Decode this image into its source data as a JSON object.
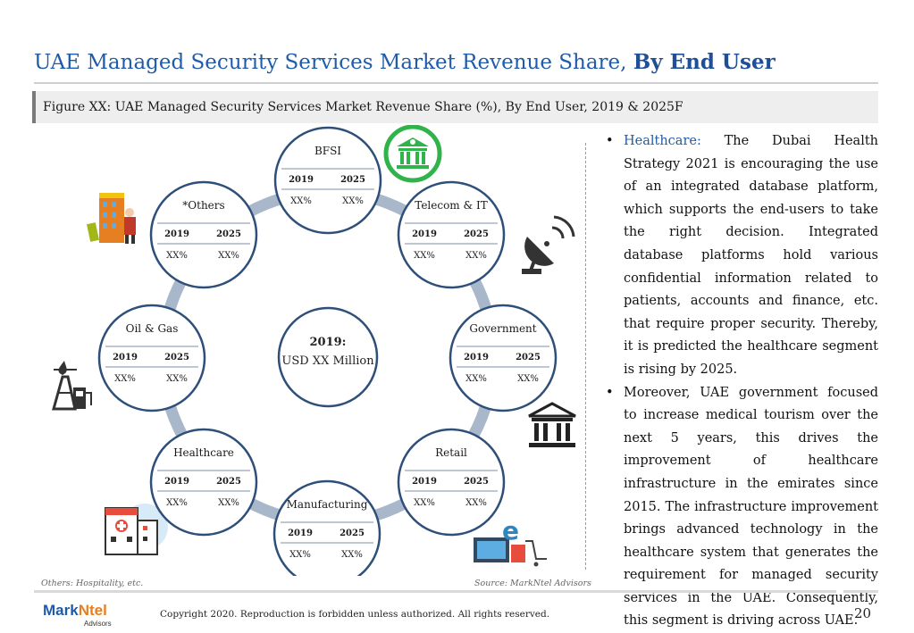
{
  "title": {
    "main": "UAE Managed Security Services Market Revenue Share,",
    "bold": "By End User"
  },
  "figure_caption": "Figure XX: UAE Managed Security Services Market Revenue Share (%), By End User, 2019 & 2025F",
  "diagram": {
    "center": {
      "year": "2019:",
      "value": "USD XX Million"
    },
    "year_headers": [
      "2019",
      "2025"
    ],
    "segments": [
      {
        "name": "BFSI",
        "v2019": "XX%",
        "v2025": "XX%",
        "icon": "bank-icon"
      },
      {
        "name": "Telecom & IT",
        "v2019": "XX%",
        "v2025": "XX%",
        "icon": "satellite-dish-icon"
      },
      {
        "name": "Government",
        "v2019": "XX%",
        "v2025": "XX%",
        "icon": "government-building-icon"
      },
      {
        "name": "Retail",
        "v2019": "XX%",
        "v2025": "XX%",
        "icon": "ecommerce-icon"
      },
      {
        "name": "Manufacturing",
        "v2019": "XX%",
        "v2025": "XX%",
        "icon": ""
      },
      {
        "name": "Healthcare",
        "v2019": "XX%",
        "v2025": "XX%",
        "icon": "hospital-icon"
      },
      {
        "name": "Oil & Gas",
        "v2019": "XX%",
        "v2025": "XX%",
        "icon": "oil-pump-icon"
      },
      {
        "name": "*Others",
        "v2019": "XX%",
        "v2025": "XX%",
        "icon": "hotel-icon"
      }
    ],
    "colors": {
      "node_border": "#2e4f7a",
      "ring": "#a8b6c9",
      "accent_blue": "#1f5ba8"
    }
  },
  "bullets": [
    {
      "highlight": "Healthcare:",
      "text": "The Dubai Health Strategy 2021 is encouraging the use of an integrated database platform, which supports the end-users to take the right decision. Integrated database platforms hold various confidential information related to patients, accounts and finance, etc. that require proper security. Thereby, it is predicted the healthcare segment is rising by 2025."
    },
    {
      "highlight": "",
      "text": "Moreover, UAE government focused to increase medical tourism over the next 5 years, this drives the improvement of healthcare infrastructure in the emirates since 2015. The infrastructure improvement brings advanced technology in the healthcare system that generates the requirement for managed security services in the UAE. Consequently, this segment is driving across UAE."
    }
  ],
  "notes": {
    "others": "Others: Hospitality, etc.",
    "source": "Source: MarkNtel Advisors"
  },
  "footer": {
    "logo_text": "MarkNtel",
    "logo_sub": "Advisors",
    "copyright": "Copyright 2020. Reproduction is forbidden unless authorized. All rights reserved.",
    "page": "20"
  }
}
